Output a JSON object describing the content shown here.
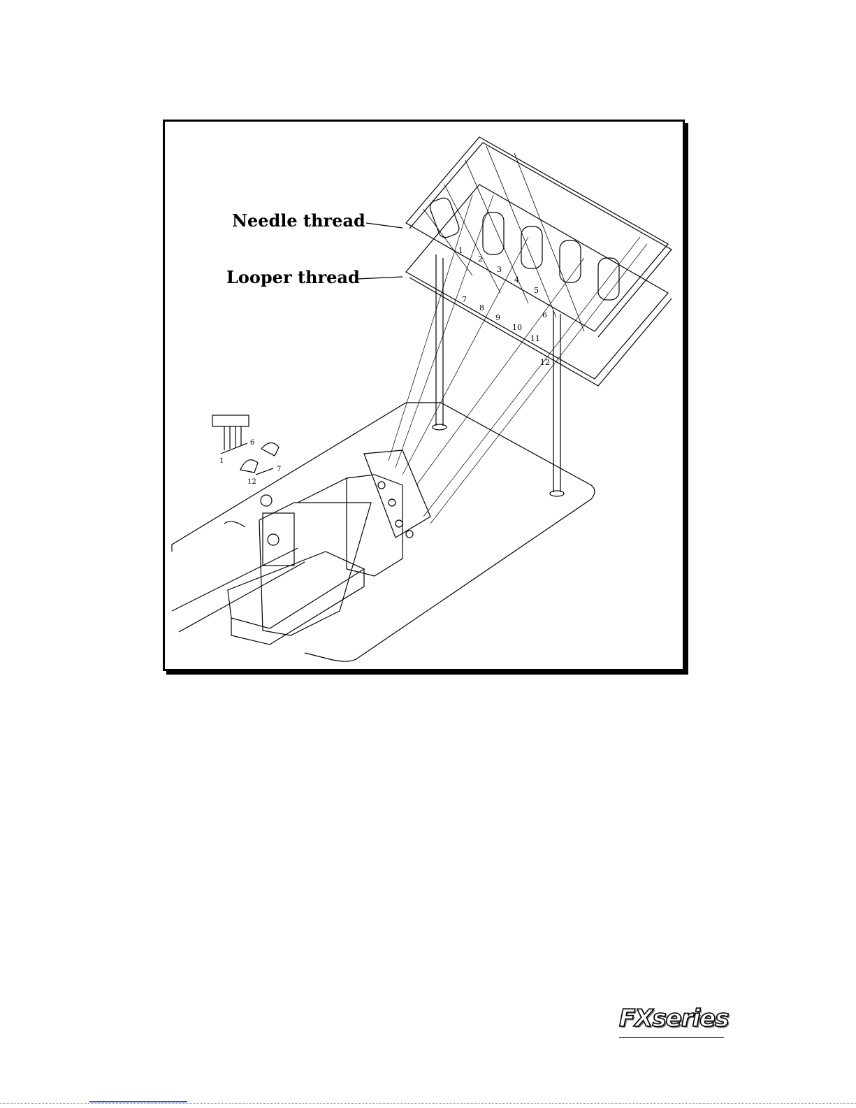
{
  "figure": {
    "labels": {
      "needle_thread": "Needle thread",
      "looper_thread": "Looper thread"
    },
    "spool_numbers": [
      "1",
      "2",
      "3",
      "4",
      "5",
      "6",
      "7",
      "8",
      "9",
      "10",
      "11",
      "12"
    ],
    "inset": {
      "needle_range": [
        "1",
        "6"
      ],
      "looper_range": [
        "7",
        "12"
      ]
    }
  },
  "footer": {
    "logo_text": "FXseries"
  },
  "colors": {
    "ink": "#000000",
    "paper": "#ffffff",
    "link": "#3b53c9"
  }
}
